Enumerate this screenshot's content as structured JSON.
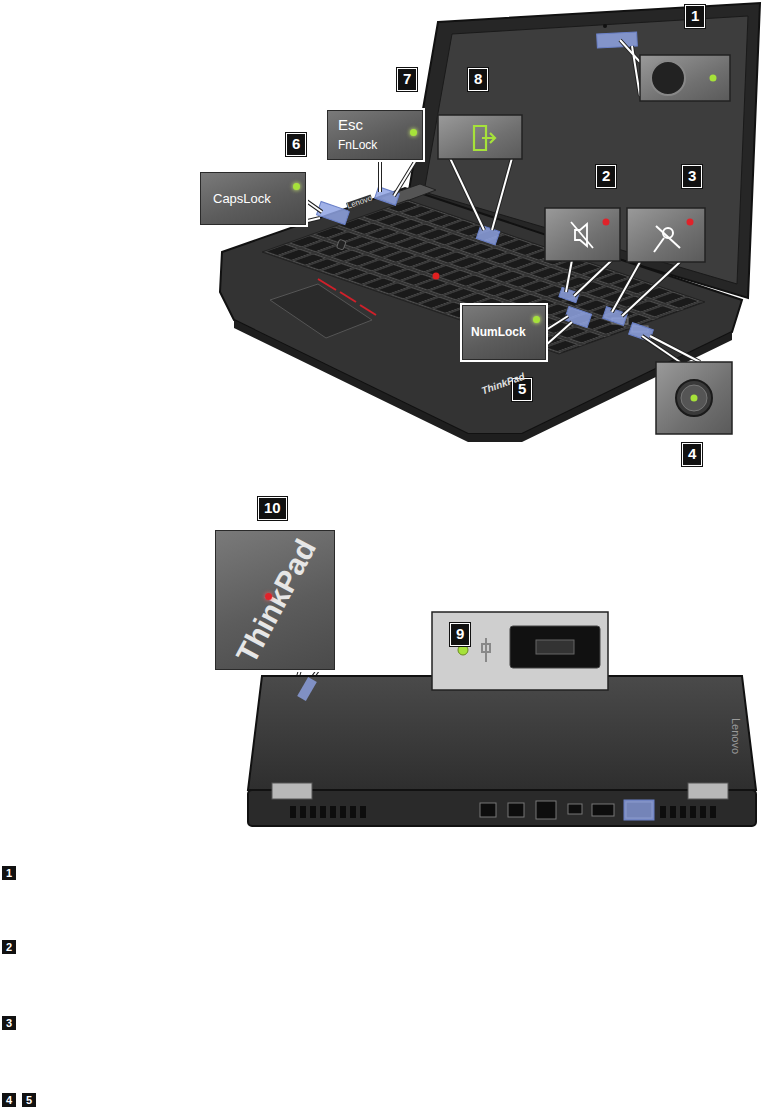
{
  "diagram": {
    "nodes": [
      {
        "text": [
          "CapsLock"
        ]
      },
      {
        "text": [
          "Esc",
          "FnLock"
        ]
      },
      {
        "text": [
          "NumLock"
        ]
      },
      {
        "text": [
          "ThinkPad"
        ]
      }
    ],
    "labels": [
      "1",
      "2",
      "3",
      "4",
      "5",
      "6",
      "7",
      "8",
      "9",
      "10",
      "Lenovo",
      "ThinkPad",
      "Lenovo",
      "1",
      "2",
      "3",
      "4",
      "5"
    ]
  }
}
